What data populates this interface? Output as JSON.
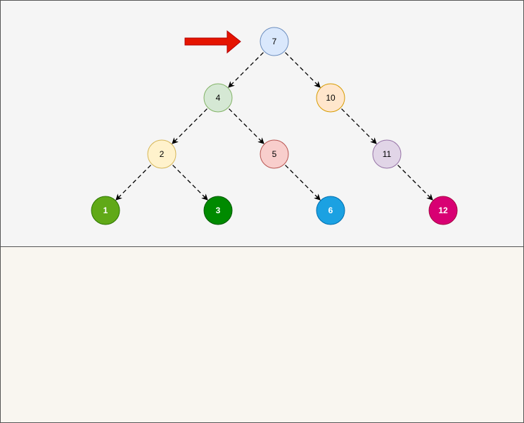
{
  "colors": {
    "top_panel_bg": "#f5f5f5",
    "bottom_panel_bg": "#f9f6f0",
    "arrow_fill": "#e51400",
    "arrow_stroke": "#b20000",
    "edge": "#000000"
  },
  "pointer": {
    "icon": "right-arrow-icon",
    "target": "7"
  },
  "nodes": [
    {
      "id": "7",
      "label": "7",
      "fill": "#dae8fc",
      "stroke": "#6c8ebf",
      "text_color": "#000000",
      "bold": false
    },
    {
      "id": "4",
      "label": "4",
      "fill": "#d5e8d4",
      "stroke": "#82b366",
      "text_color": "#000000",
      "bold": false
    },
    {
      "id": "10",
      "label": "10",
      "fill": "#ffe6cc",
      "stroke": "#d79b00",
      "text_color": "#000000",
      "bold": false
    },
    {
      "id": "2",
      "label": "2",
      "fill": "#fff2cc",
      "stroke": "#d6b656",
      "text_color": "#000000",
      "bold": false
    },
    {
      "id": "5",
      "label": "5",
      "fill": "#f8cecc",
      "stroke": "#b85450",
      "text_color": "#000000",
      "bold": false
    },
    {
      "id": "11",
      "label": "11",
      "fill": "#e1d5e7",
      "stroke": "#9673a6",
      "text_color": "#000000",
      "bold": false
    },
    {
      "id": "1",
      "label": "1",
      "fill": "#60a917",
      "stroke": "#2d7600",
      "text_color": "#ffffff",
      "bold": true
    },
    {
      "id": "3",
      "label": "3",
      "fill": "#008a00",
      "stroke": "#005700",
      "text_color": "#ffffff",
      "bold": true
    },
    {
      "id": "6",
      "label": "6",
      "fill": "#1ba1e2",
      "stroke": "#006eaf",
      "text_color": "#ffffff",
      "bold": true
    },
    {
      "id": "12",
      "label": "12",
      "fill": "#d80073",
      "stroke": "#a50040",
      "text_color": "#ffffff",
      "bold": true
    }
  ],
  "edges": [
    {
      "from": "7",
      "to": "4"
    },
    {
      "from": "7",
      "to": "10"
    },
    {
      "from": "4",
      "to": "2"
    },
    {
      "from": "4",
      "to": "5"
    },
    {
      "from": "10",
      "to": "11"
    },
    {
      "from": "2",
      "to": "1"
    },
    {
      "from": "2",
      "to": "3"
    },
    {
      "from": "5",
      "to": "6"
    },
    {
      "from": "11",
      "to": "12"
    }
  ]
}
